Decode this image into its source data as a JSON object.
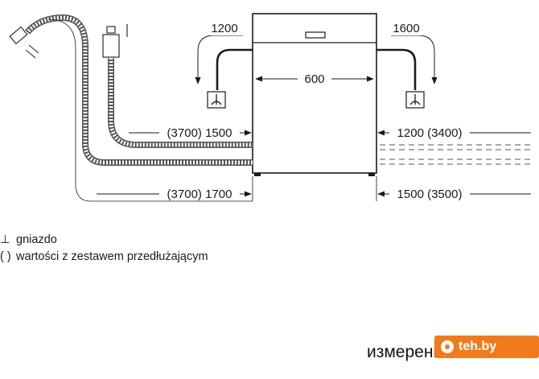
{
  "dimensions": {
    "top_left": "1200",
    "top_right": "1600",
    "width": "600",
    "upper_left": "(3700) 1500",
    "upper_right": "1200 (3400)",
    "lower_left": "(3700) 1700",
    "lower_right": "1500 (3500)"
  },
  "legend": {
    "socket_symbol": "⊥",
    "socket_label": "gniazdo",
    "extension_symbol": "( )",
    "extension_label": "wartości z zestawem przedłużającym"
  },
  "watermark": {
    "site": "teh.by",
    "caption": "измерения в мм"
  },
  "colors": {
    "line": "#1a1a1a",
    "hose": "#555555",
    "badge": "#f07b1d"
  },
  "icons": [
    "socket-icon",
    "drain-hose-icon",
    "water-inlet-hose-icon",
    "water-tap-icon",
    "dishwasher-icon"
  ]
}
